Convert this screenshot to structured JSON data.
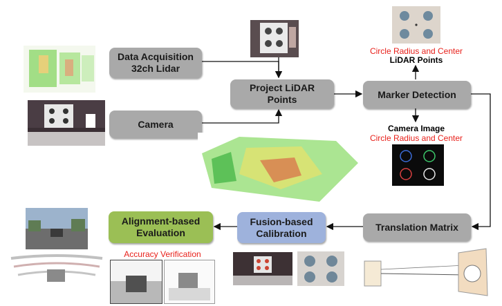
{
  "nodes": {
    "data_acquisition": "Data Acquisition\n32ch Lidar",
    "camera": "Camera",
    "project_lidar": "Project LiDAR\nPoints",
    "marker_detection": "Marker Detection",
    "translation_matrix": "Translation Matrix",
    "fusion_calibration": "Fusion-based\nCalibration",
    "alignment_evaluation": "Alignment-based\nEvaluation"
  },
  "labels": {
    "lidar_circle": "Circle Radius and Center",
    "lidar_points": "LiDAR Points",
    "camera_image": "Camera Image",
    "camera_circle": "Circle Radius and Center",
    "accuracy": "Accuracy Verification"
  },
  "colors": {
    "box_gray": "#a9a9a9",
    "box_green": "#9bbf55",
    "box_blue": "#9eb2dc",
    "label_red": "#e8201a"
  }
}
